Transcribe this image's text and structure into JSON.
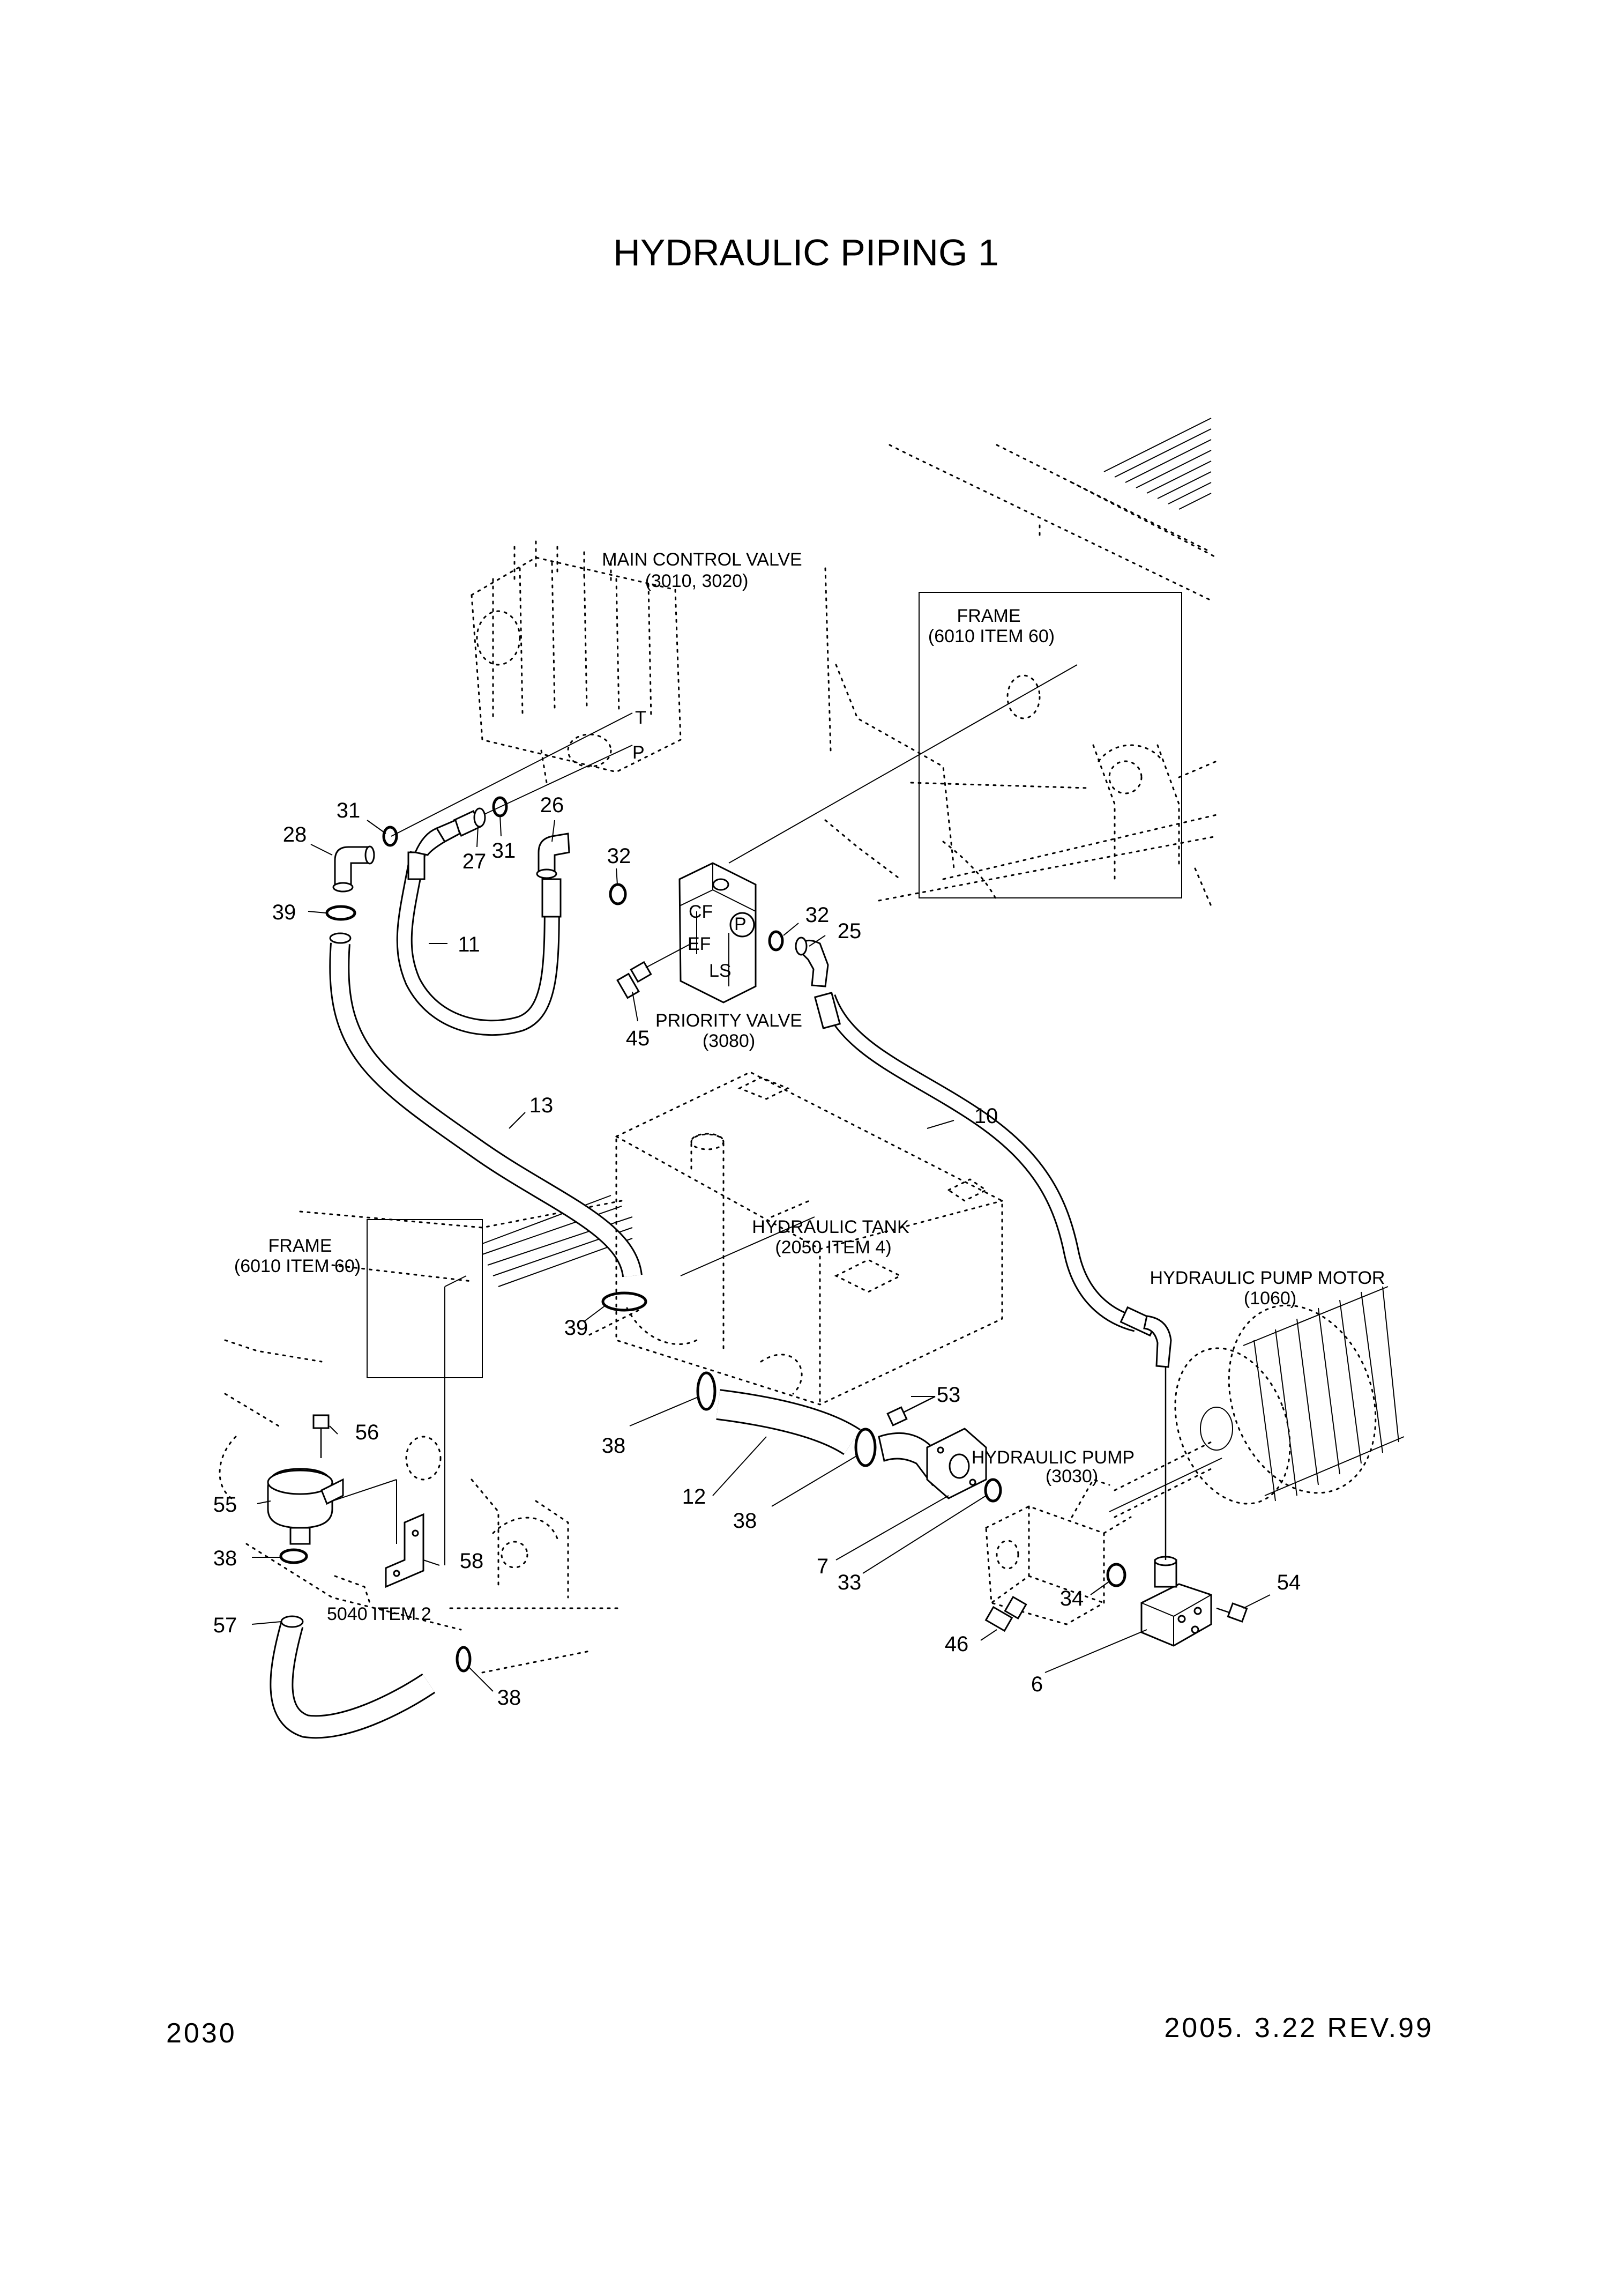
{
  "title": "HYDRAULIC PIPING 1",
  "footer": {
    "page": "2030",
    "revision": "2005. 3.22 REV.99"
  },
  "components": {
    "main_control_valve": {
      "name": "MAIN CONTROL VALVE",
      "ref": "(3010, 3020)",
      "port_t": "T",
      "port_p": "P"
    },
    "frame_upper": {
      "name": "FRAME",
      "ref": "(6010 ITEM 60)"
    },
    "frame_left": {
      "name": "FRAME",
      "ref": "(6010 ITEM 60)"
    },
    "priority_valve": {
      "name": "PRIORITY VALVE",
      "ref": "(3080)",
      "port_cf": "CF",
      "port_ef": "EF",
      "port_p": "P",
      "port_ls": "LS"
    },
    "hydraulic_tank": {
      "name": "HYDRAULIC TANK",
      "ref": "(2050 ITEM 4)"
    },
    "pump_motor": {
      "name": "HYDRAULIC PUMP MOTOR",
      "ref": "(1060)"
    },
    "hydraulic_pump": {
      "name": "HYDRAULIC PUMP",
      "ref": "(3030)"
    },
    "bracket_ref": "5040 ITEM 2"
  },
  "callouts": {
    "c31a": "31",
    "c28": "28",
    "c27": "27",
    "c31b": "31",
    "c26": "26",
    "c32a": "32",
    "c39a": "39",
    "c11": "11",
    "c32b": "32",
    "c25": "25",
    "c45": "45",
    "c13": "13",
    "c10": "10",
    "c39b": "39",
    "c53": "53",
    "c56": "56",
    "c38a": "38",
    "c12": "12",
    "c55": "55",
    "c38b": "38",
    "c38c": "38",
    "c58": "58",
    "c7": "7",
    "c33": "33",
    "c57": "57",
    "c34": "34",
    "c54": "54",
    "c46": "46",
    "c6": "6",
    "c38d": "38"
  }
}
